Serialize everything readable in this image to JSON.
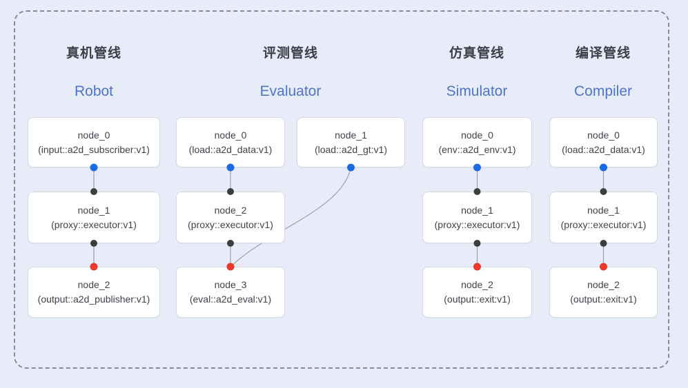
{
  "diagram": {
    "pipelines": [
      {
        "title_zh": "真机管线",
        "title_en": "Robot",
        "nodes": [
          {
            "name": "node_0",
            "impl": "(input::a2d_subscriber:v1)"
          },
          {
            "name": "node_1",
            "impl": "(proxy::executor:v1)"
          },
          {
            "name": "node_2",
            "impl": "(output::a2d_publisher:v1)"
          }
        ]
      },
      {
        "title_zh": "评测管线",
        "title_en": "Evaluator",
        "nodes": [
          {
            "name": "node_0",
            "impl": "(load::a2d_data:v1)"
          },
          {
            "name": "node_1",
            "impl": "(load::a2d_gt:v1)"
          },
          {
            "name": "node_2",
            "impl": "(proxy::executor:v1)"
          },
          {
            "name": "node_3",
            "impl": "(eval::a2d_eval:v1)"
          }
        ]
      },
      {
        "title_zh": "仿真管线",
        "title_en": "Simulator",
        "nodes": [
          {
            "name": "node_0",
            "impl": "(env::a2d_env:v1)"
          },
          {
            "name": "node_1",
            "impl": "(proxy::executor:v1)"
          },
          {
            "name": "node_2",
            "impl": "(output::exit:v1)"
          }
        ]
      },
      {
        "title_zh": "编译管线",
        "title_en": "Compiler",
        "nodes": [
          {
            "name": "node_0",
            "impl": "(load::a2d_data:v1)"
          },
          {
            "name": "node_1",
            "impl": "(proxy::executor:v1)"
          },
          {
            "name": "node_2",
            "impl": "(output::exit:v1)"
          }
        ]
      }
    ],
    "colors": {
      "background": "#e8ecf8",
      "node_bg": "#ffffff",
      "node_border": "#d5d9e2",
      "edge": "#99a1b0",
      "port_source": "#1d6ae5",
      "port_mid": "#3d3d3d",
      "port_sink": "#ea3829",
      "title_zh_color": "#394049",
      "title_en_color": "#4e74c9",
      "node_text": "#3f434a",
      "dashed_border": "#868c96"
    }
  }
}
